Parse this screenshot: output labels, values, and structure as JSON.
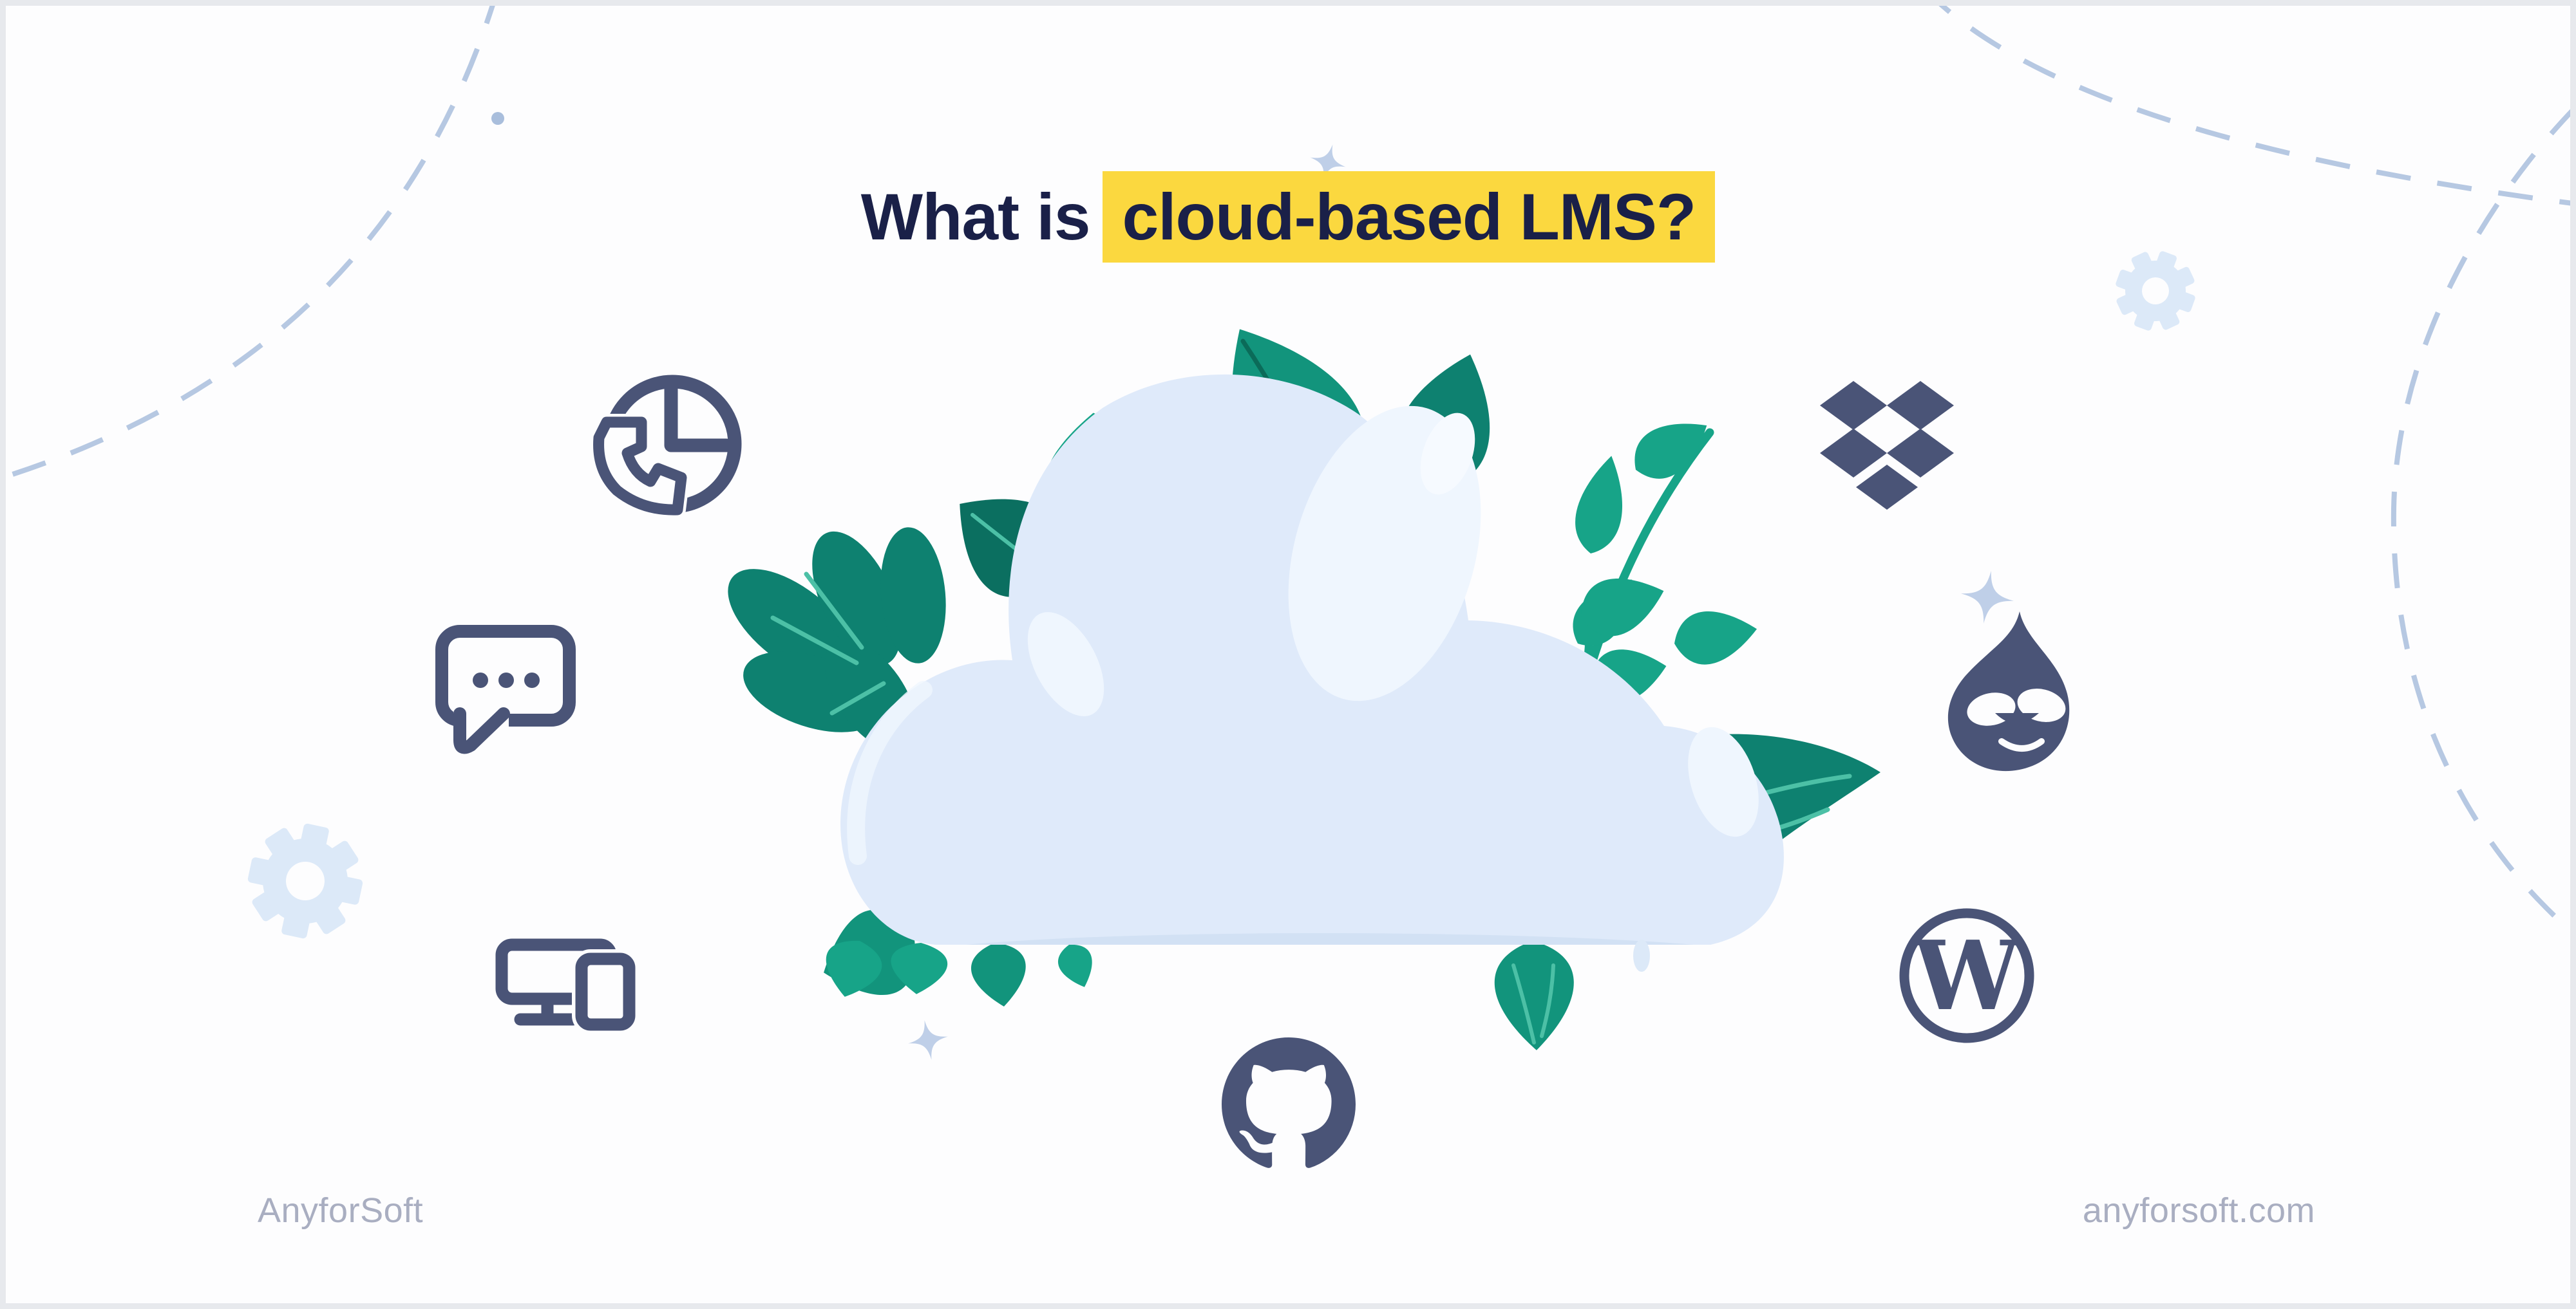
{
  "page": {
    "title_prefix": "What is",
    "title_highlight": "cloud-based LMS?"
  },
  "footer": {
    "brand": "AnyforSoft",
    "website": "anyforsoft.com"
  },
  "wordpress_letter": "W",
  "icons": {
    "left_column": [
      "clock-phone",
      "chat-bubble",
      "gear",
      "devices"
    ],
    "right_column": [
      "dropbox",
      "drupal",
      "wordpress",
      "github"
    ],
    "bottom": [
      "github"
    ]
  },
  "colors": {
    "bg": "#FDFDFE",
    "frame": "#E7E9ED",
    "navy": "#1A2048",
    "yellow": "#FBD83F",
    "slate": "#4A5477",
    "muted": "#A9AEC1",
    "dash": "#B6C8E2",
    "pale": "#DCE9F8",
    "sparkle": "#BFCFE8",
    "cloud": "#DFEAFA",
    "cloud-hi": "#EFF6FE",
    "cloud-shadow": "#D2E1F4",
    "leaf-bright": "#17A488",
    "leaf-mid": "#12947C",
    "leaf-dark": "#0E8170",
    "leaf-deep": "#0B6F60",
    "vein-light": "#4CC0A6",
    "vein-dark": "#0B6B59"
  }
}
